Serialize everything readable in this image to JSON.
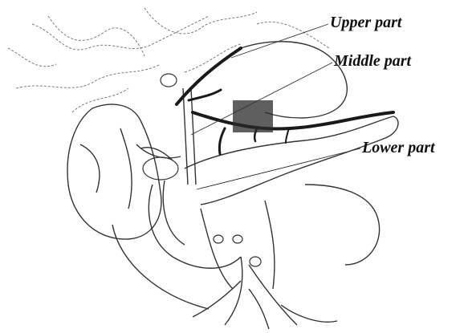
{
  "labels": {
    "upper": "Upper part",
    "middle": "Middle part",
    "lower": "Lower part"
  },
  "colors": {
    "ink": "#111111",
    "sketch": "#555555",
    "dark_vessel": "#1a1a1a",
    "shading": "#2a2a2a"
  }
}
